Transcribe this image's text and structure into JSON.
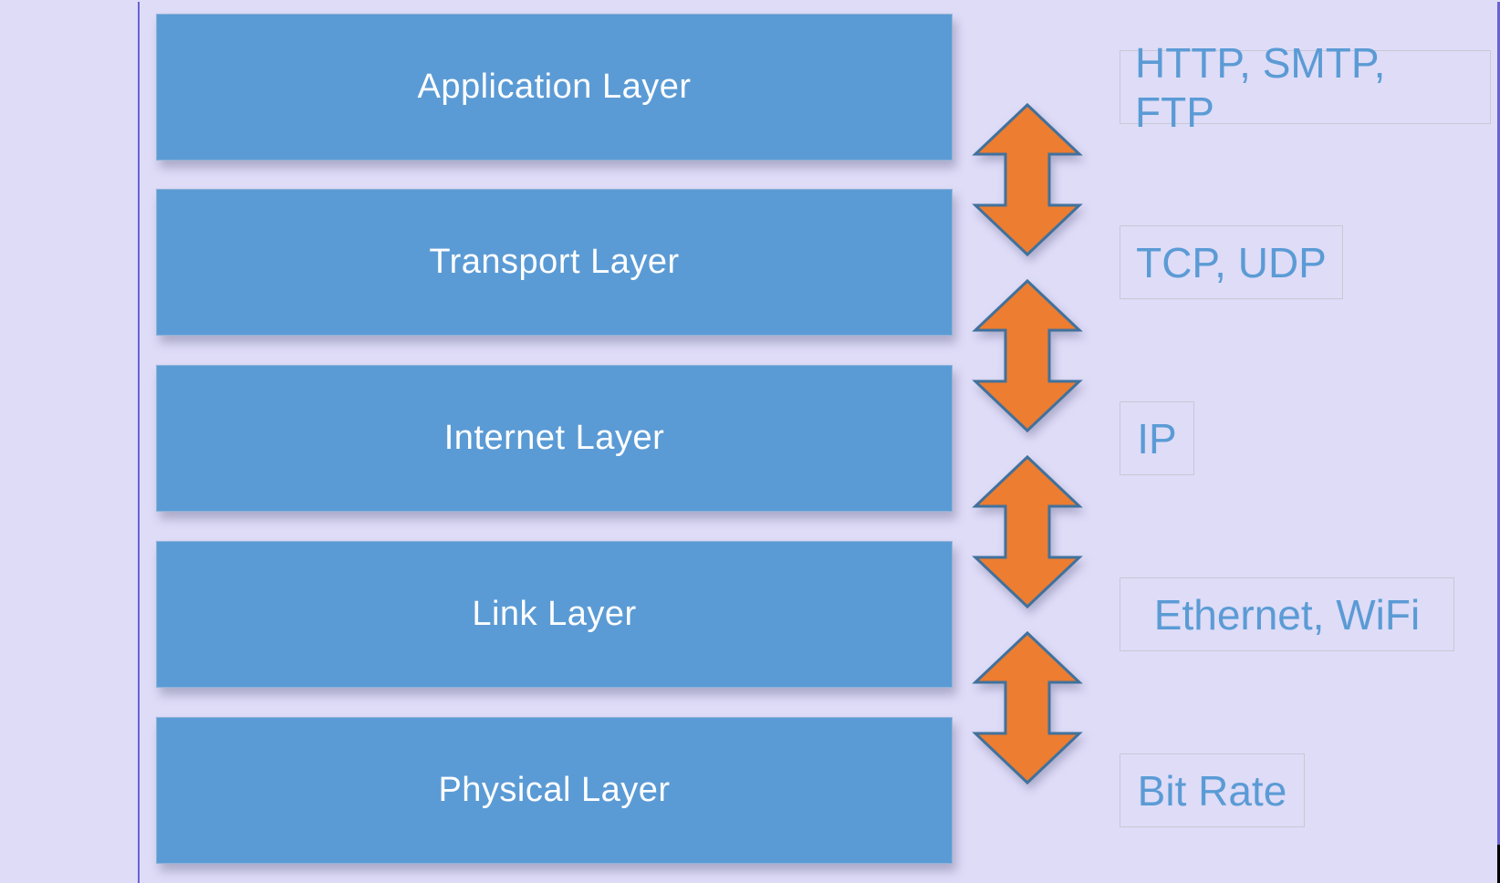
{
  "diagram": {
    "title": "TCP/IP Network Layers",
    "layers": [
      {
        "label": "Application Layer",
        "protocols": "HTTP, SMTP, FTP"
      },
      {
        "label": "Transport Layer",
        "protocols": "TCP, UDP"
      },
      {
        "label": "Internet Layer",
        "protocols": "IP"
      },
      {
        "label": "Link Layer",
        "protocols": "Ethernet, WiFi"
      },
      {
        "label": "Physical Layer",
        "protocols": "Bit Rate"
      }
    ],
    "arrows": [
      {
        "icon": "double-arrow-vertical",
        "between": [
          "Application Layer",
          "Transport Layer"
        ]
      },
      {
        "icon": "double-arrow-vertical",
        "between": [
          "Transport Layer",
          "Internet Layer"
        ]
      },
      {
        "icon": "double-arrow-vertical",
        "between": [
          "Internet Layer",
          "Link Layer"
        ]
      },
      {
        "icon": "double-arrow-vertical",
        "between": [
          "Link Layer",
          "Physical Layer"
        ]
      }
    ],
    "colors": {
      "background": "#dedcf7",
      "layer_fill": "#5b9bd5",
      "layer_text": "#ffffff",
      "arrow_fill": "#ed7d31",
      "arrow_stroke": "#41719c",
      "protocol_text": "#5b9bd5",
      "divider": "#6a62d6"
    }
  }
}
